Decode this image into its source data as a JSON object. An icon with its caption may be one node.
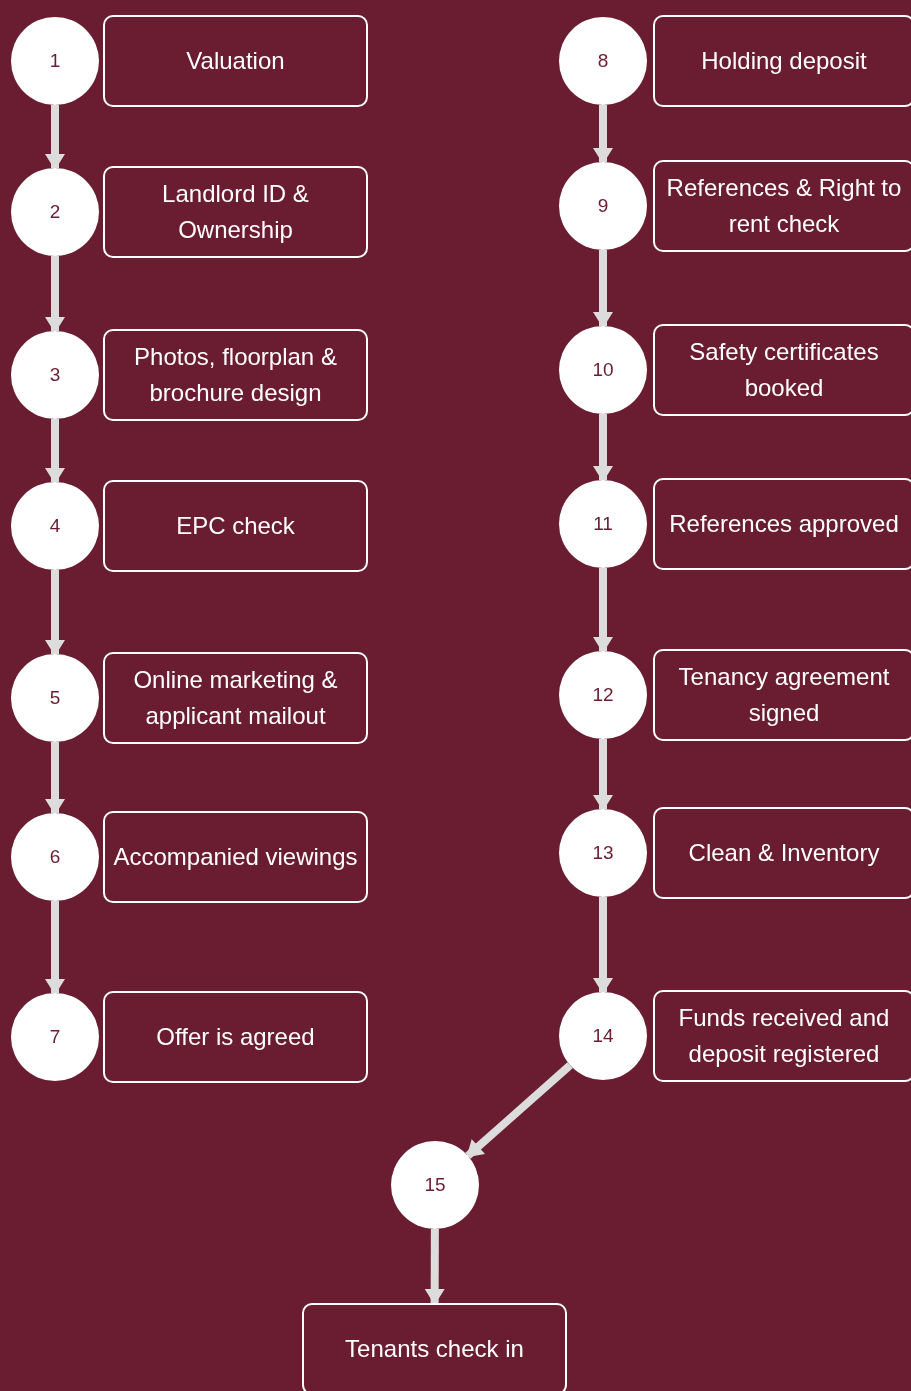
{
  "diagram": {
    "nodes": [
      {
        "text": [
          "1"
        ]
      },
      {
        "text": [
          "Valuation"
        ]
      },
      {
        "text": [
          "2"
        ]
      },
      {
        "text": [
          "Landlord ID & Ownership"
        ]
      },
      {
        "text": [
          "3"
        ]
      },
      {
        "text": [
          "Photos, floorplan & brochure design"
        ]
      },
      {
        "text": [
          "4"
        ]
      },
      {
        "text": [
          "EPC check"
        ]
      },
      {
        "text": [
          "5"
        ]
      },
      {
        "text": [
          "Online marketing & applicant mailout"
        ]
      },
      {
        "text": [
          "6"
        ]
      },
      {
        "text": [
          "Accompanied viewings"
        ]
      },
      {
        "text": [
          "7"
        ]
      },
      {
        "text": [
          "Offer is agreed"
        ]
      },
      {
        "text": [
          "8"
        ]
      },
      {
        "text": [
          "Holding deposit"
        ]
      },
      {
        "text": [
          "9"
        ]
      },
      {
        "text": [
          "References & Right to rent check"
        ]
      },
      {
        "text": [
          "10"
        ]
      },
      {
        "text": [
          "Safety certificates booked"
        ]
      },
      {
        "text": [
          "11"
        ]
      },
      {
        "text": [
          "References approved"
        ]
      },
      {
        "text": [
          "12"
        ]
      },
      {
        "text": [
          "Tenancy agreement signed"
        ]
      },
      {
        "text": [
          "13"
        ]
      },
      {
        "text": [
          "Clean & Inventory"
        ]
      },
      {
        "text": [
          "14"
        ]
      },
      {
        "text": [
          "Funds received and deposit registered"
        ]
      },
      {
        "text": [
          "15"
        ]
      },
      {
        "text": [
          "Tenants check in"
        ]
      }
    ],
    "edges": [
      {
        "from": 0,
        "to": 2,
        "arrow": "to"
      },
      {
        "from": 2,
        "to": 4,
        "arrow": "to"
      },
      {
        "from": 4,
        "to": 6,
        "arrow": "to"
      },
      {
        "from": 6,
        "to": 8,
        "arrow": "to"
      },
      {
        "from": 8,
        "to": 10,
        "arrow": "to"
      },
      {
        "from": 10,
        "to": 12,
        "arrow": "to"
      },
      {
        "from": 14,
        "to": 16,
        "arrow": "to"
      },
      {
        "from": 16,
        "to": 18,
        "arrow": "to"
      },
      {
        "from": 18,
        "to": 20,
        "arrow": "to"
      },
      {
        "from": 20,
        "to": 22,
        "arrow": "to"
      },
      {
        "from": 22,
        "to": 24,
        "arrow": "to"
      },
      {
        "from": 24,
        "to": 26,
        "arrow": "to"
      },
      {
        "from": 26,
        "to": 28,
        "arrow": "to"
      },
      {
        "from": 28,
        "to": 29,
        "arrow": "to"
      }
    ]
  }
}
